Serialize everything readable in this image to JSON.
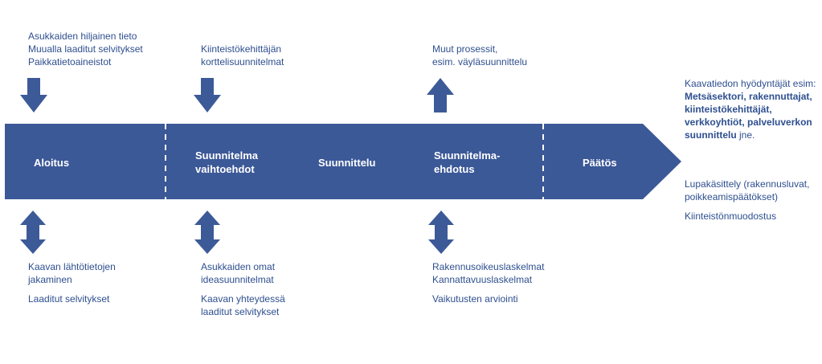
{
  "colors": {
    "band": "#3b5897",
    "arrow": "#3d5a98",
    "text": "#2e4f8f",
    "divider": "#ffffff"
  },
  "stages": [
    "Aloitus",
    "Suunnitelma\nvaihtoehdot",
    "Suunnittelu",
    "Suunnitelma-\nehdotus",
    "Päätös"
  ],
  "top": {
    "col1": [
      "Asukkaiden hiljainen tieto",
      "Muualla laaditut selvitykset",
      "Paikkatietoaineistot"
    ],
    "col2": [
      "Kiinteistökehittäjän",
      "korttelisuunnitelmat"
    ],
    "col3": [
      "Muut prosessit,",
      "esim. väyläsuunnittelu"
    ]
  },
  "bottom": {
    "col1": [
      "Kaavan lähtötietojen",
      "jakaminen",
      "Laaditut selvitykset"
    ],
    "col2": [
      "Asukkaiden omat",
      "ideasuunnitelmat",
      "Kaavan yhteydessä",
      "laaditut selvitykset"
    ],
    "col3": [
      "Rakennusoikeuslaskelmat",
      "Kannattavuuslaskelmat",
      "Vaikutusten arviointi"
    ]
  },
  "right": {
    "intro": "Kaavatiedon hyödyntäjät esim:",
    "users_bold": [
      "Metsäsektori, rakennuttajat,",
      "kiinteistökehittäjät,",
      "verkkoyhtiöt, palveluverkon",
      "suunnittelu"
    ],
    "users_tail": " jne.",
    "permits": [
      "Lupakäsittely (rakennusluvat,",
      "poikkeamispäätökset)"
    ],
    "parcel": "Kiinteistönmuodostus"
  }
}
